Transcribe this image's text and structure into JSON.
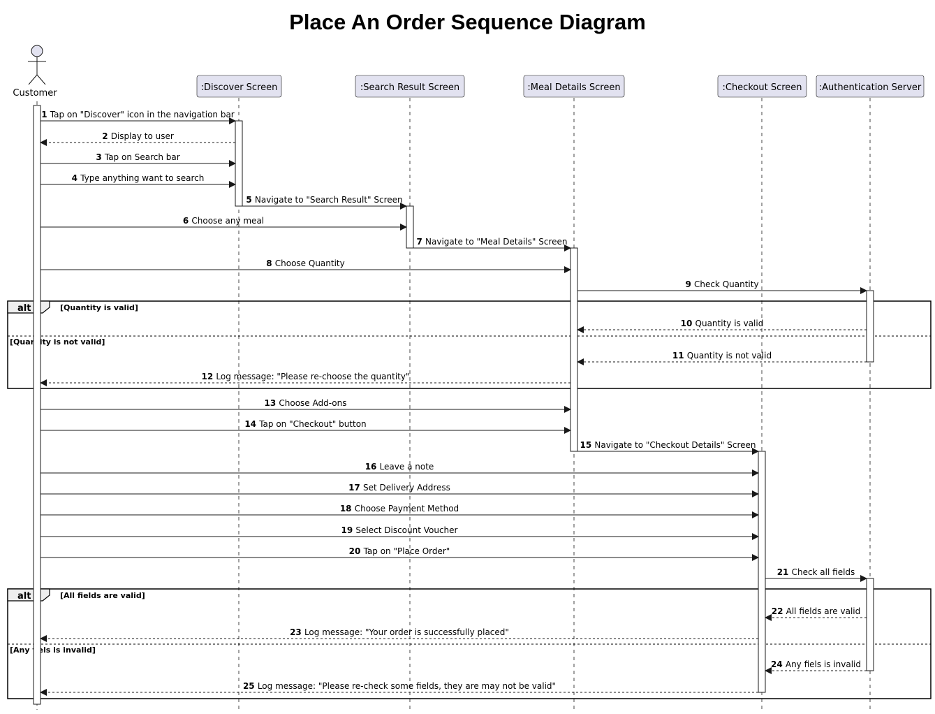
{
  "title": "Place An Order Sequence Diagram",
  "colors": {
    "participant_fill": "#E2E2F0",
    "participant_stroke": "#181818",
    "line": "#181818"
  },
  "actor": {
    "id": "customer",
    "name": "Customer",
    "icon": "stick-figure-icon"
  },
  "participants": [
    {
      "id": "discover",
      "label": ":Discover Screen"
    },
    {
      "id": "search",
      "label": ":Search Result Screen"
    },
    {
      "id": "meal",
      "label": ":Meal Details Screen"
    },
    {
      "id": "checkout",
      "label": ":Checkout Screen"
    },
    {
      "id": "auth",
      "label": ":Authentication Server"
    }
  ],
  "messages": [
    {
      "n": "1",
      "text": "Tap on \"Discover\" icon in the navigation bar",
      "from": "customer",
      "to": "discover",
      "type": "sync"
    },
    {
      "n": "2",
      "text": "Display to user",
      "from": "discover",
      "to": "customer",
      "type": "reply"
    },
    {
      "n": "3",
      "text": "Tap on Search bar",
      "from": "customer",
      "to": "discover",
      "type": "sync"
    },
    {
      "n": "4",
      "text": "Type anything want to search",
      "from": "customer",
      "to": "discover",
      "type": "sync"
    },
    {
      "n": "5",
      "text": "Navigate to \"Search Result\" Screen",
      "from": "discover",
      "to": "search",
      "type": "sync"
    },
    {
      "n": "6",
      "text": "Choose any meal",
      "from": "customer",
      "to": "search",
      "type": "sync"
    },
    {
      "n": "7",
      "text": "Navigate to \"Meal Details\" Screen",
      "from": "search",
      "to": "meal",
      "type": "sync"
    },
    {
      "n": "8",
      "text": "Choose Quantity",
      "from": "customer",
      "to": "meal",
      "type": "sync"
    },
    {
      "n": "9",
      "text": "Check Quantity",
      "from": "meal",
      "to": "auth",
      "type": "sync"
    },
    {
      "n": "10",
      "text": "Quantity is valid",
      "from": "auth",
      "to": "meal",
      "type": "reply"
    },
    {
      "n": "11",
      "text": "Quantity is not valid",
      "from": "auth",
      "to": "meal",
      "type": "reply"
    },
    {
      "n": "12",
      "text": "Log message: \"Please re-choose the quantity\"",
      "from": "meal",
      "to": "customer",
      "type": "reply"
    },
    {
      "n": "13",
      "text": "Choose Add-ons",
      "from": "customer",
      "to": "meal",
      "type": "sync"
    },
    {
      "n": "14",
      "text": "Tap on \"Checkout\" button",
      "from": "customer",
      "to": "meal",
      "type": "sync"
    },
    {
      "n": "15",
      "text": "Navigate to \"Checkout Details\" Screen",
      "from": "meal",
      "to": "checkout",
      "type": "sync"
    },
    {
      "n": "16",
      "text": "Leave a note",
      "from": "customer",
      "to": "checkout",
      "type": "sync"
    },
    {
      "n": "17",
      "text": "Set Delivery Address",
      "from": "customer",
      "to": "checkout",
      "type": "sync"
    },
    {
      "n": "18",
      "text": "Choose Payment Method",
      "from": "customer",
      "to": "checkout",
      "type": "sync"
    },
    {
      "n": "19",
      "text": "Select Discount Voucher",
      "from": "customer",
      "to": "checkout",
      "type": "sync"
    },
    {
      "n": "20",
      "text": "Tap on \"Place Order\"",
      "from": "customer",
      "to": "checkout",
      "type": "sync"
    },
    {
      "n": "21",
      "text": "Check all fields",
      "from": "checkout",
      "to": "auth",
      "type": "sync"
    },
    {
      "n": "22",
      "text": "All fields are valid",
      "from": "auth",
      "to": "checkout",
      "type": "reply"
    },
    {
      "n": "23",
      "text": "Log message: \"Your order is successfully placed\"",
      "from": "checkout",
      "to": "customer",
      "type": "reply"
    },
    {
      "n": "24",
      "text": "Any fiels is invalid",
      "from": "auth",
      "to": "checkout",
      "type": "reply"
    },
    {
      "n": "25",
      "text": "Log message: \"Please re-check some fields, they are may not be valid\"",
      "from": "checkout",
      "to": "customer",
      "type": "reply"
    }
  ],
  "fragments": [
    {
      "keyword": "alt",
      "guard": "[Quantity is valid]",
      "else_guard": "[Quantity is not valid]"
    },
    {
      "keyword": "alt",
      "guard": "[All fields are valid]",
      "else_guard": "[Any fiels is invalid]"
    }
  ]
}
